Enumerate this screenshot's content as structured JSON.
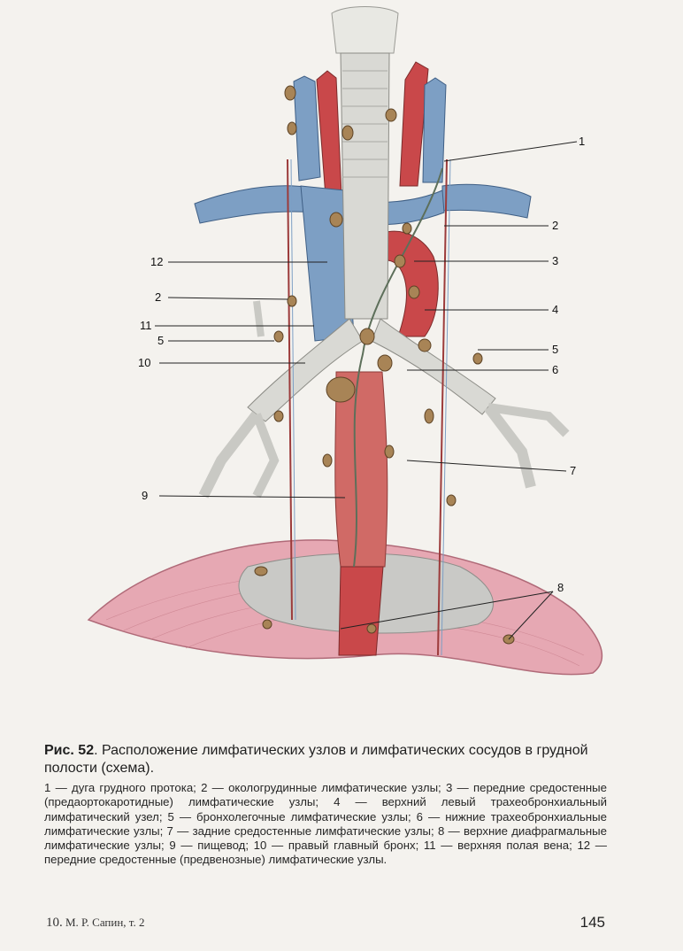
{
  "figure": {
    "callouts": [
      "1",
      "2",
      "3",
      "12",
      "2",
      "4",
      "11",
      "5",
      "5",
      "10",
      "6",
      "7",
      "9",
      "8"
    ]
  },
  "caption": {
    "label": "Рис. 52",
    "text": ". Расположение лимфатических узлов и лимфатических сосудов в грудной полости (схема)."
  },
  "legend": "1 — дуга грудного протока; 2 — окологрудинные лимфатические узлы; 3 — передние средостенные (предаортокаротидные) лимфатические узлы; 4 — верхний левый трахеобронхиальный лимфатический узел; 5 — бронхолегочные лимфатические узлы; 6 — нижние трахеобронхиальные лимфатические узлы; 7 — задние средостенные лимфатические узлы; 8 — верхние диафрагмальные лимфатические узлы; 9 — пищевод; 10 — правый главный бронх; 11 — верхняя полая вена; 12 — передние средостенные (предвенозные) лимфатические узлы.",
  "footer": {
    "signature_num": "10.",
    "signature_text": "М. Р. Сапин, т. 2",
    "page_number": "145"
  },
  "colors": {
    "vein": "#7d9fc4",
    "artery": "#c9484a",
    "trachea": "#d9d9d4",
    "node": "#a88456",
    "diaphragm": "#e7a9b4",
    "esophagus": "#d36d6a"
  }
}
